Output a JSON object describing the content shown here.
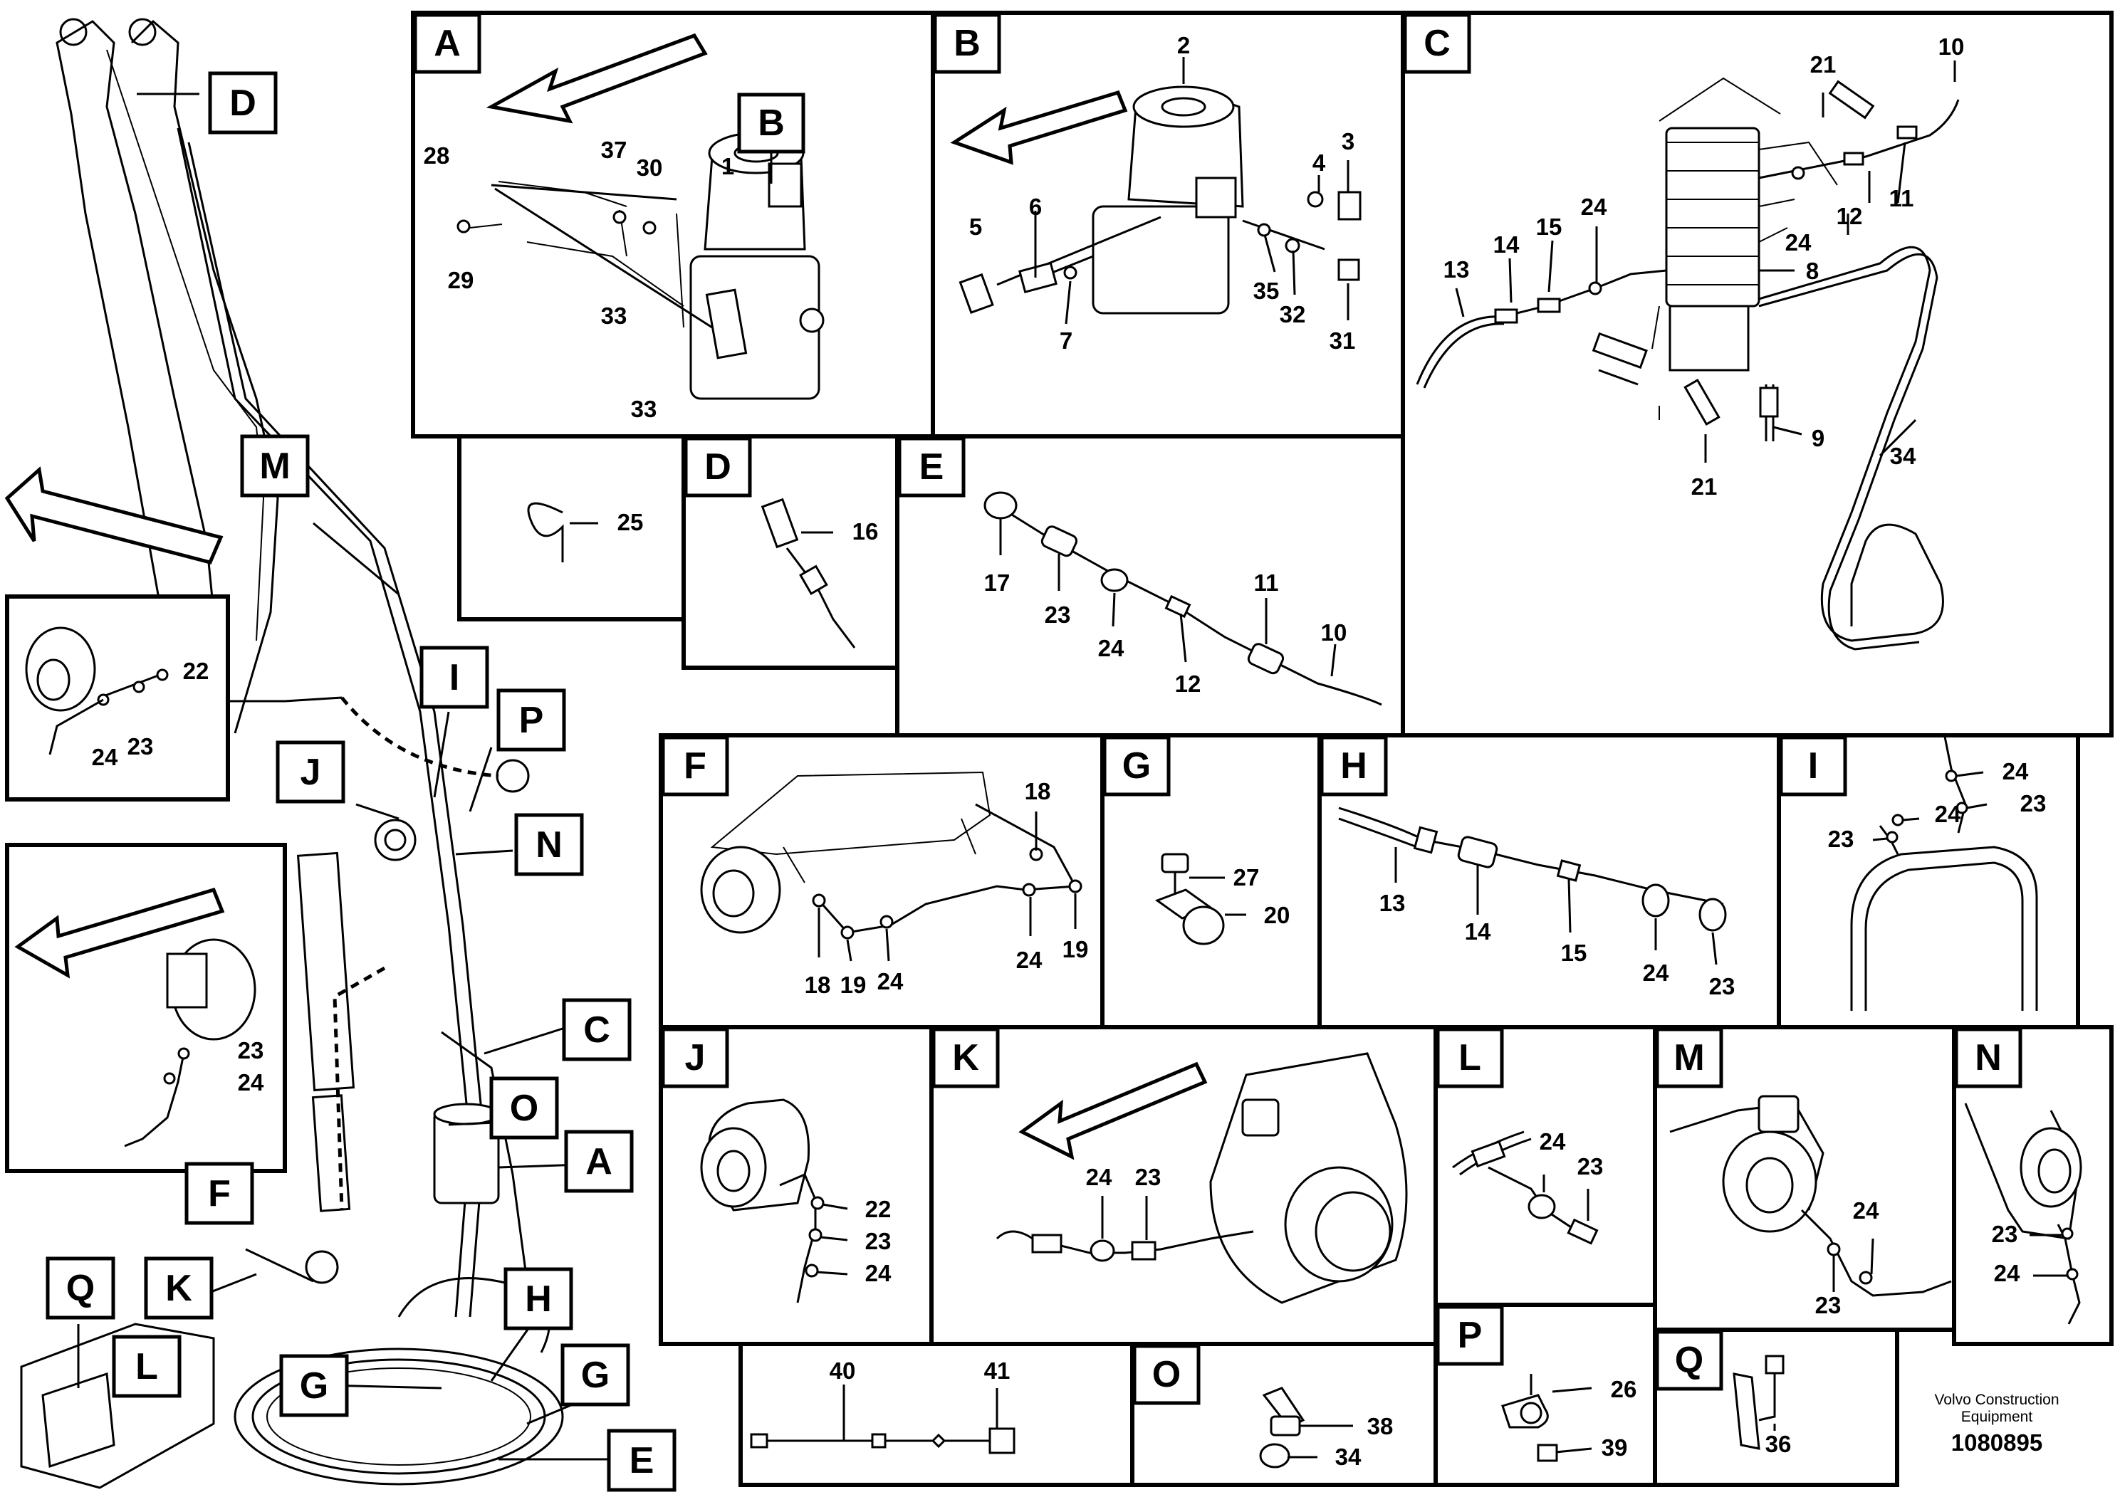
{
  "diagram_id": "1080895",
  "footer": {
    "line1": "Volvo Construction",
    "line2": "Equipment",
    "code": "1080895"
  },
  "panels": {
    "A": {
      "label": "A",
      "callouts": [
        "B",
        "1",
        "28",
        "37",
        "30",
        "29",
        "33",
        "33"
      ]
    },
    "B": {
      "label": "B",
      "callouts": [
        "2",
        "3",
        "4",
        "6",
        "5",
        "7",
        "35",
        "32",
        "31"
      ]
    },
    "C": {
      "label": "C",
      "callouts": [
        "21",
        "10",
        "13",
        "14",
        "15",
        "24",
        "24",
        "12",
        "11",
        "8",
        "9",
        "21",
        "34"
      ]
    },
    "blank": {
      "label": "",
      "callouts": [
        "25"
      ]
    },
    "D": {
      "label": "D",
      "callouts": [
        "16"
      ]
    },
    "E": {
      "label": "E",
      "callouts": [
        "17",
        "23",
        "24",
        "12",
        "11",
        "10"
      ]
    },
    "F": {
      "label": "F",
      "callouts": [
        "18",
        "18",
        "19",
        "24",
        "24",
        "19"
      ]
    },
    "G": {
      "label": "G",
      "callouts": [
        "27",
        "20"
      ]
    },
    "H": {
      "label": "H",
      "callouts": [
        "13",
        "14",
        "15",
        "24",
        "23"
      ]
    },
    "I": {
      "label": "I",
      "callouts": [
        "24",
        "24",
        "23",
        "23"
      ]
    },
    "J": {
      "label": "J",
      "callouts": [
        "22",
        "23",
        "24"
      ]
    },
    "K": {
      "label": "K",
      "callouts": [
        "24",
        "23"
      ]
    },
    "L": {
      "label": "L",
      "callouts": [
        "24",
        "23"
      ]
    },
    "M": {
      "label": "M",
      "callouts": [
        "24",
        "23"
      ]
    },
    "N": {
      "label": "N",
      "callouts": [
        "23",
        "24"
      ]
    },
    "wiring": {
      "label": "",
      "callouts": [
        "40",
        "41"
      ]
    },
    "O": {
      "label": "O",
      "callouts": [
        "38",
        "34"
      ]
    },
    "P": {
      "label": "P",
      "callouts": [
        "26",
        "39"
      ]
    },
    "Q": {
      "label": "Q",
      "callouts": [
        "36"
      ]
    }
  },
  "overview": {
    "tags": [
      "D",
      "M",
      "I",
      "J",
      "P",
      "N",
      "C",
      "O",
      "A",
      "F",
      "K",
      "Q",
      "H",
      "L",
      "G",
      "G",
      "E"
    ],
    "left_inset_upper": {
      "callouts": [
        "22",
        "24",
        "23"
      ]
    },
    "left_inset_lower": {
      "callouts": [
        "23",
        "24"
      ]
    }
  }
}
